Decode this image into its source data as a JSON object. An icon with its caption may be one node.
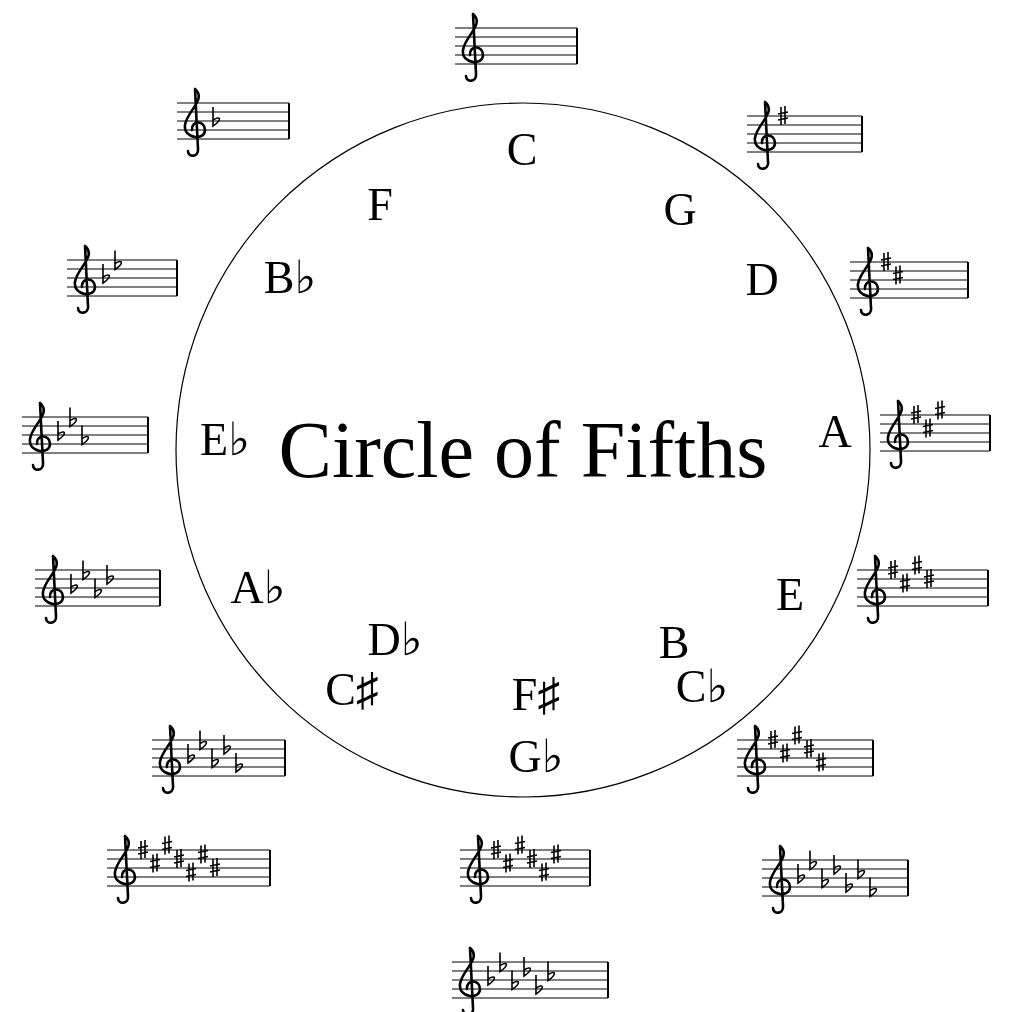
{
  "diagram": {
    "title": "Circle of Fifths",
    "labels": [
      "C",
      "F",
      "G",
      "B♭",
      "D",
      "E♭",
      "A",
      "A♭",
      "E",
      "D♭",
      "B",
      "C♯",
      "F♯",
      "C♭",
      "G♭"
    ]
  }
}
